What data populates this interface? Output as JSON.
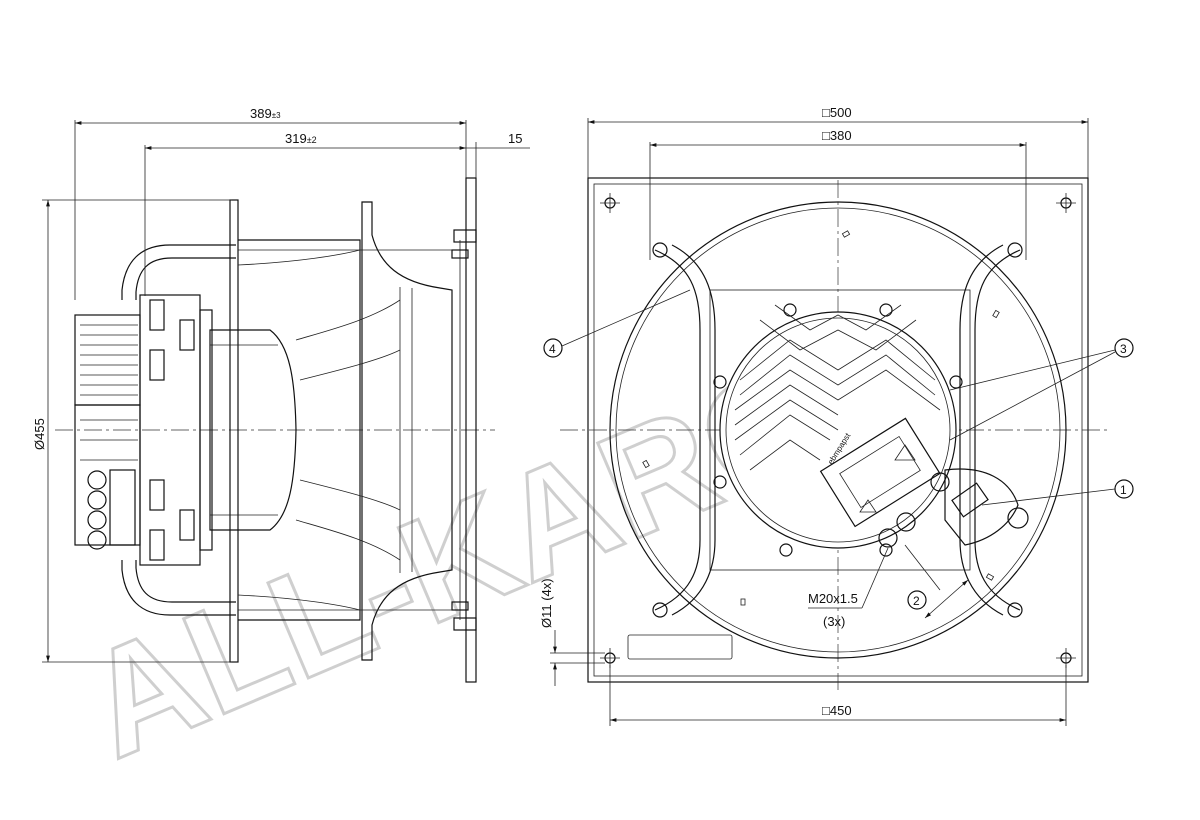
{
  "watermark": {
    "text": "ALL-KARO"
  },
  "side_view": {
    "dim_overall_length": {
      "value": "389",
      "tol": "±3"
    },
    "dim_body_length": {
      "value": "319",
      "tol": "±2"
    },
    "dim_flange": "15",
    "dim_diameter": "Ø455"
  },
  "front_view": {
    "dim_plate": {
      "sym": "□",
      "value": "500"
    },
    "dim_inner": {
      "sym": "□",
      "value": "380"
    },
    "dim_holes": {
      "sym": "□",
      "value": "450"
    },
    "hole_label": "Ø11 (4x)",
    "gland_label_1": "M20x1.5",
    "gland_label_2": "(3x)",
    "brand": "ebmpapst",
    "callouts": [
      "1",
      "2",
      "3",
      "4"
    ]
  }
}
